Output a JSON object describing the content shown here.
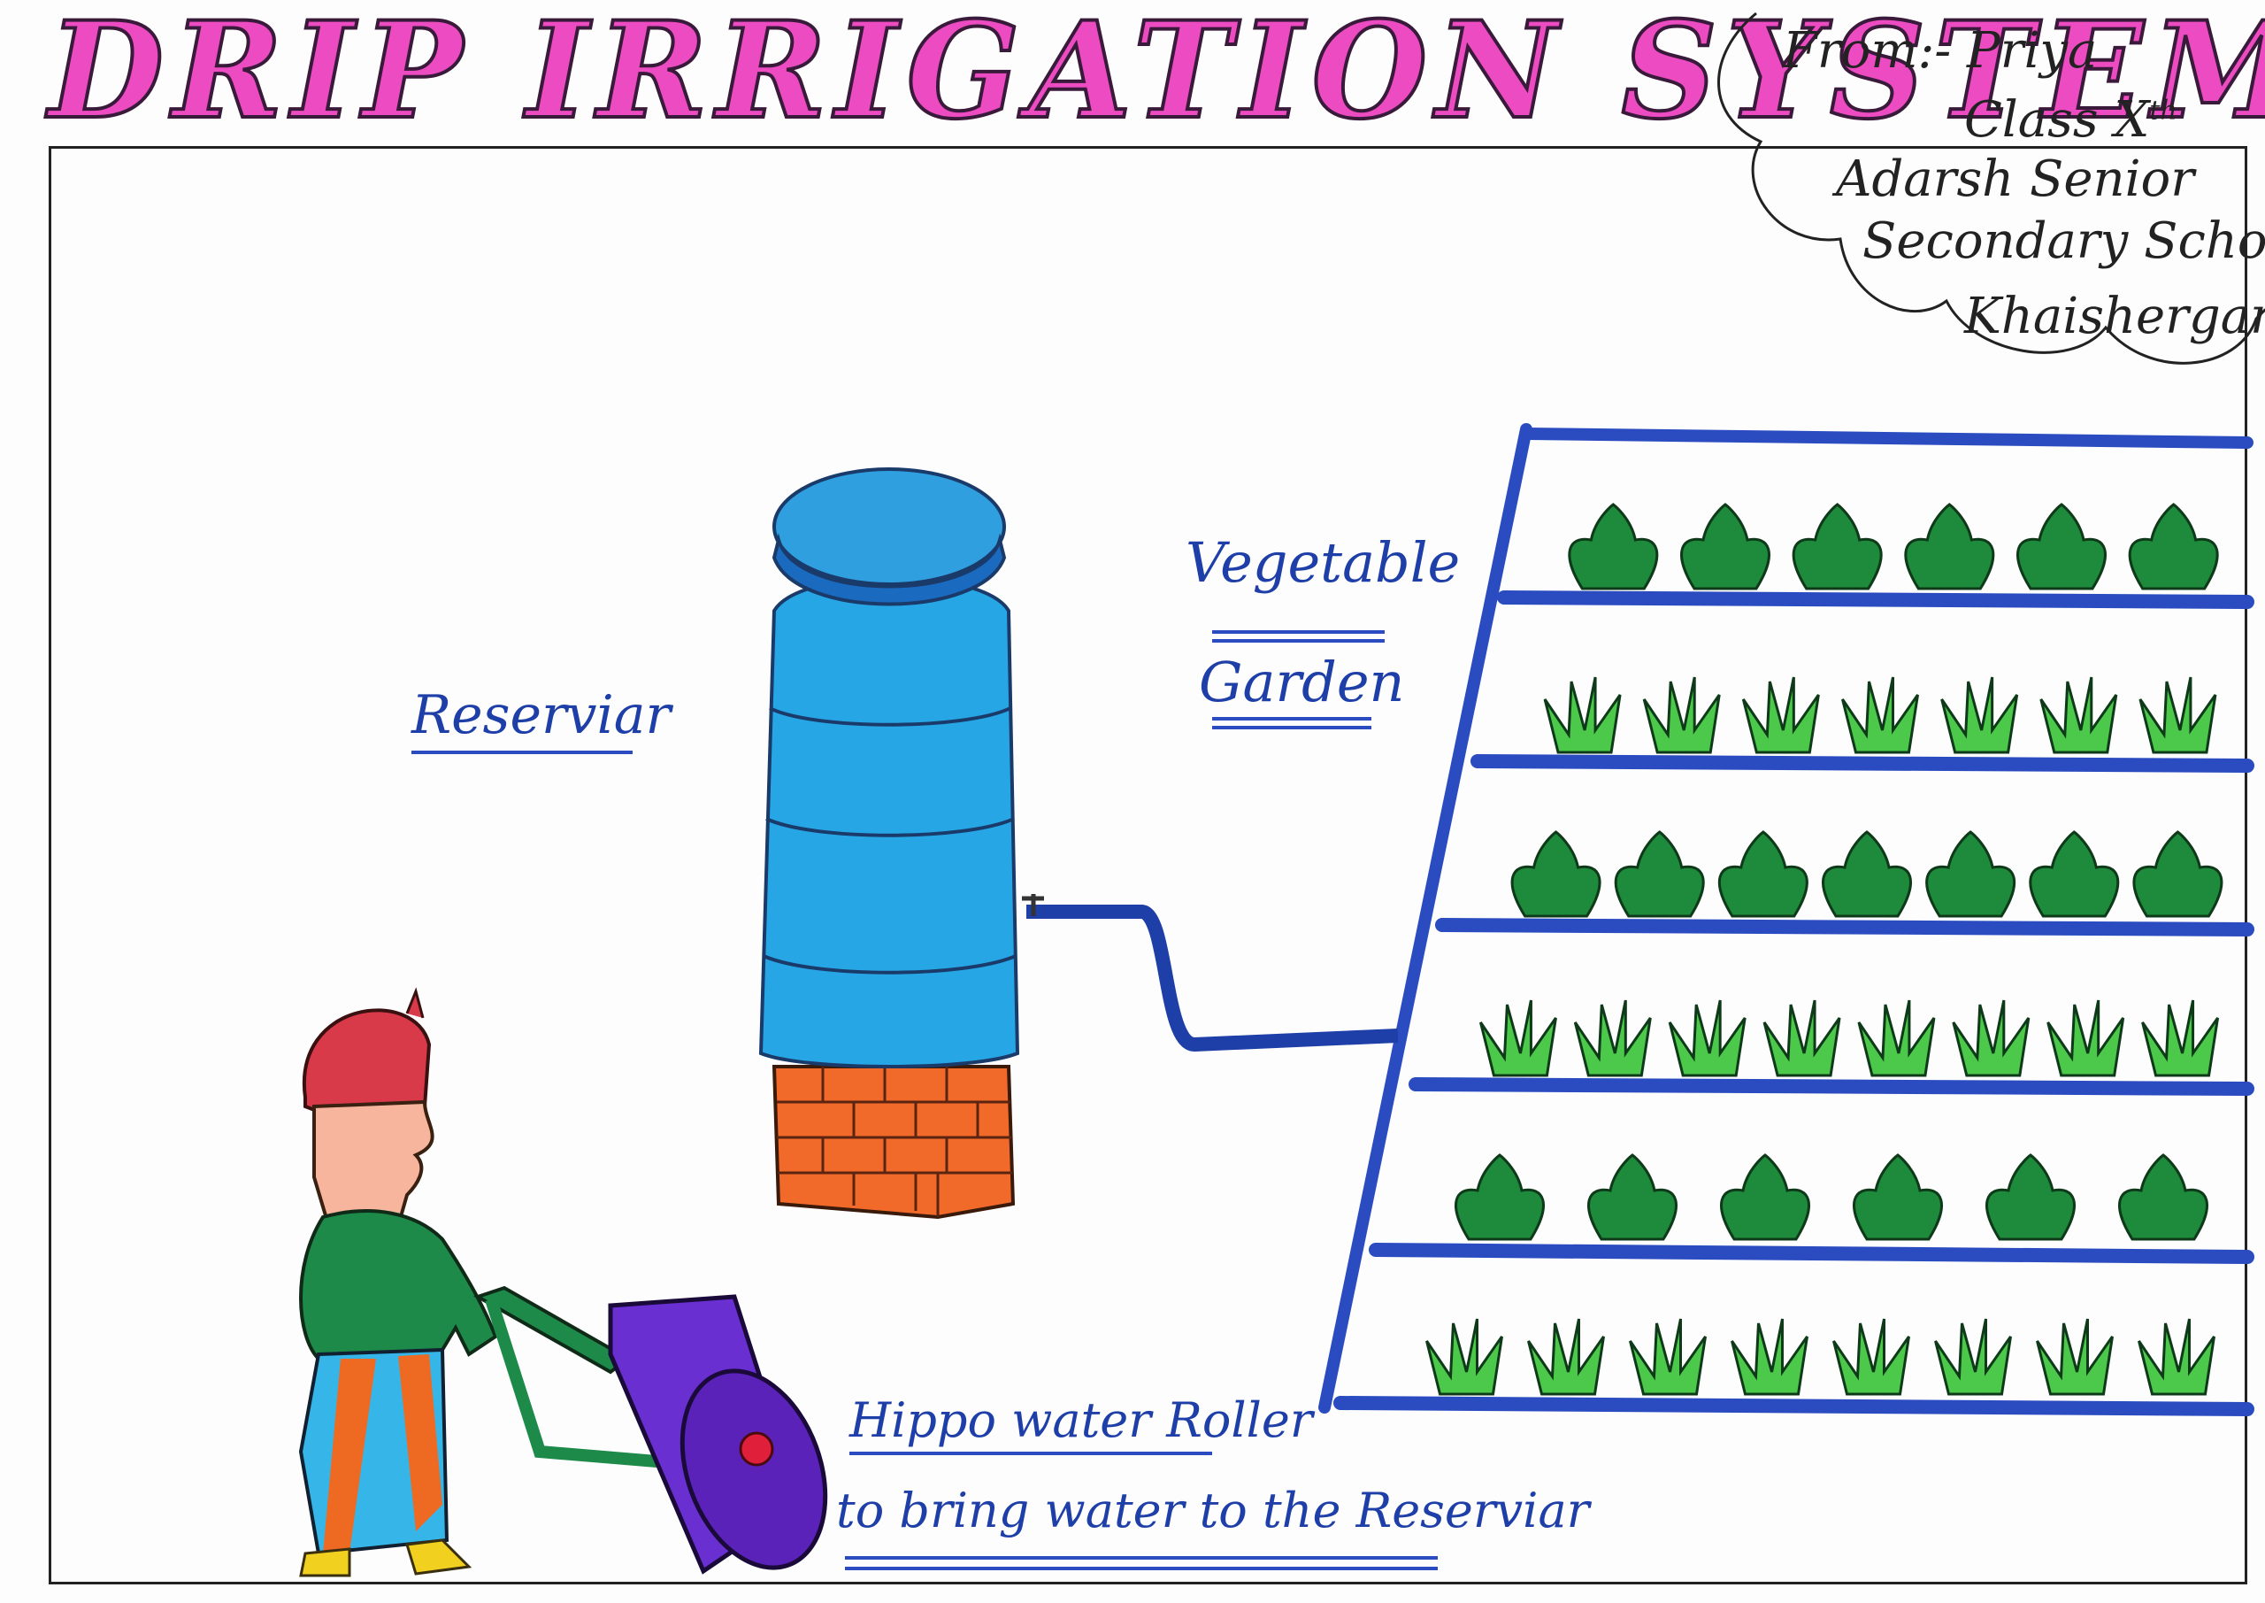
{
  "title": "DRIP IRRIGATION SYSTEM",
  "credit": {
    "from": "From:- Priya",
    "class_label": "Class",
    "class_number": "X",
    "class_suffix": "th",
    "school_line1": "Adarsh Senior",
    "school_line2": "Secondary School",
    "town": "Khaishergarh"
  },
  "labels": {
    "reservoir": "Reserviar",
    "garden_line1": "Vegetable",
    "garden_line2": "Garden",
    "roller_line1": "Hippo water Roller",
    "roller_line2": "to bring water to the Reserviar"
  },
  "colors": {
    "title": "#ec4bc2",
    "tank": "#27a6e6",
    "brick": "#f26a2a",
    "rack": "#2a4cc0",
    "dark_plant": "#1e8a3c",
    "light_plant": "#4cc94a",
    "roller": "#6a2fd0",
    "shirt": "#1d8a4a",
    "hat": "#d83a4a"
  },
  "icons": [
    "water-tank",
    "brick-stand",
    "vegetable-rack",
    "plant",
    "hippo-water-roller",
    "person"
  ]
}
